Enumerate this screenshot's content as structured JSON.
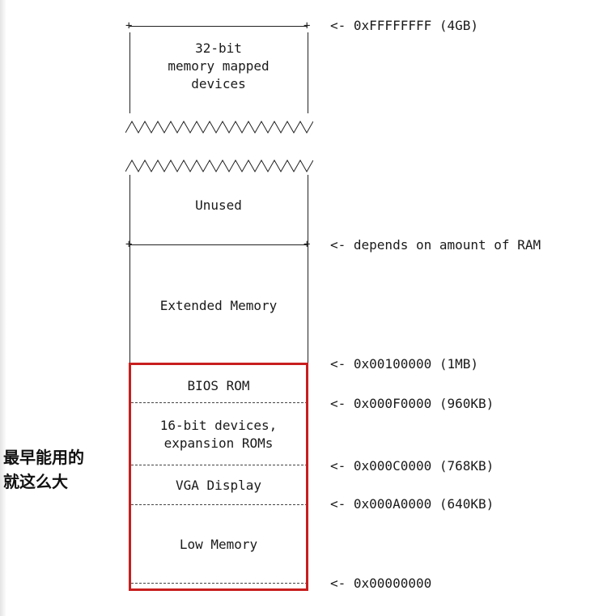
{
  "regions": {
    "mmio": "32-bit\nmemory mapped\ndevices",
    "unused": "Unused",
    "extended": "Extended Memory",
    "bios": "BIOS ROM",
    "expansion": "16-bit devices,\nexpansion ROMs",
    "vga": "VGA Display",
    "low": "Low Memory"
  },
  "addresses": {
    "top": "<- 0xFFFFFFFF (4GB)",
    "ram": "<- depends on amount of RAM",
    "mb1": "<- 0x00100000 (1MB)",
    "kb960": "<- 0x000F0000 (960KB)",
    "kb768": "<- 0x000C0000 (768KB)",
    "kb640": "<- 0x000A0000 (640KB)",
    "zero": "<- 0x00000000"
  },
  "annotation": {
    "text": "最早能用的\n就这么大",
    "highlight_color": "#c81e1e"
  }
}
